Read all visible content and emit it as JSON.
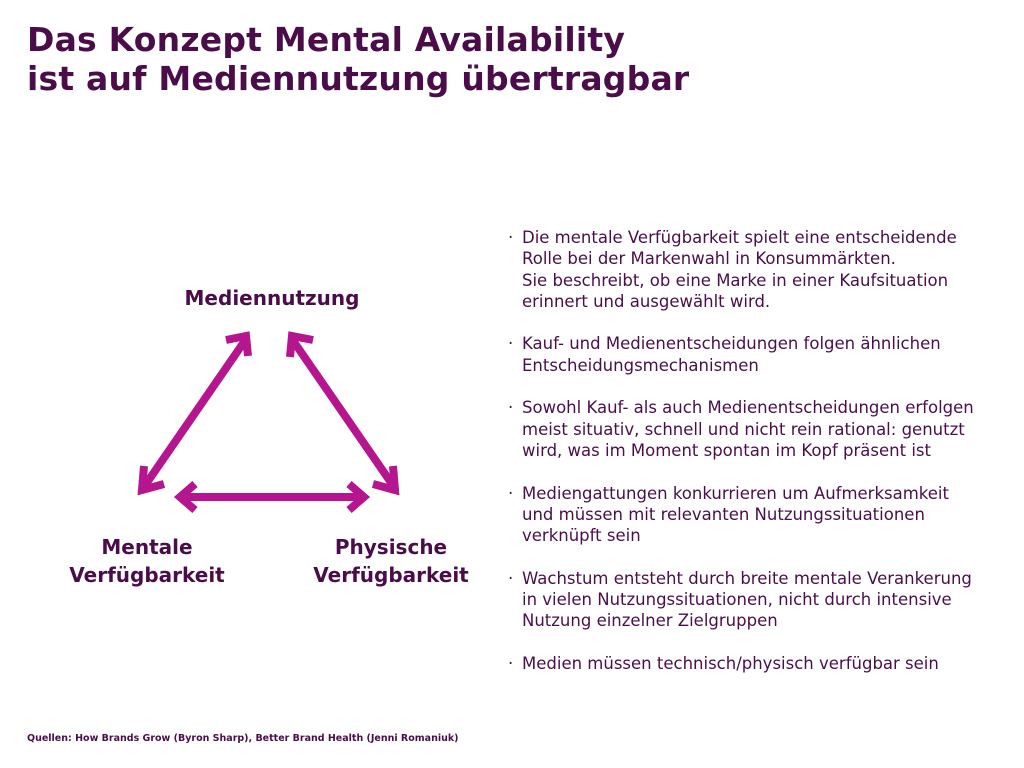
{
  "title": {
    "line1": "Das Konzept Mental Availability",
    "line2": "ist auf Mediennutzung übertragbar"
  },
  "diagram": {
    "top_label": "Mediennutzung",
    "left_label_line1": "Mentale",
    "left_label_line2": "Verfügbarkeit",
    "right_label_line1": "Physische",
    "right_label_line2": "Verfügbarkeit",
    "arrow_color": "#b5168f"
  },
  "bullets": [
    {
      "marker": "·",
      "text": "Die mentale Verfügbarkeit spielt eine entscheidende\nRolle bei der Markenwahl in Konsummärkten.\nSie beschreibt, ob eine Marke in einer Kaufsituation\nerinnert und ausgewählt wird."
    },
    {
      "marker": "·",
      "text": "Kauf- und Medienentscheidungen folgen ähnlichen\nEntscheidungsmechanismen"
    },
    {
      "marker": "·",
      "text": "Sowohl Kauf- als auch Medienentscheidungen erfolgen\nmeist situativ, schnell und nicht rein rational: genutzt\nwird, was im Moment spontan im Kopf präsent ist"
    },
    {
      "marker": "·",
      "text": "Mediengattungen konkurrieren um Aufmerksamkeit\nund müssen mit relevanten Nutzungssituationen\nverknüpft sein"
    },
    {
      "marker": "·",
      "text": "Wachstum entsteht durch breite mentale Verankerung\nin vielen Nutzungssituationen, nicht durch intensive\nNutzung einzelner Zielgruppen"
    },
    {
      "marker": "·",
      "text": "Medien müssen technisch/physisch verfügbar sein"
    }
  ],
  "footer": "Quellen: How Brands Grow (Byron Sharp), Better Brand Health (Jenni Romaniuk)"
}
